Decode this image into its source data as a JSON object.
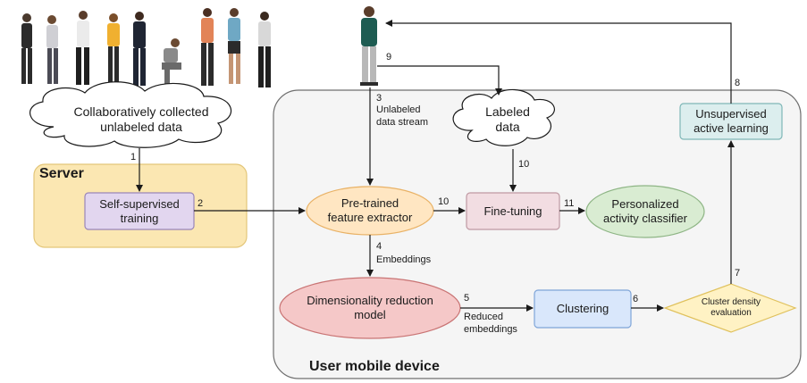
{
  "colors": {
    "server_fill": "#fbe7b2",
    "server_stroke": "#e3c679",
    "device_fill": "#f5f5f5",
    "device_stroke": "#6f6f6f",
    "ssl_fill": "#e2d6ef",
    "ssl_stroke": "#9a86b9",
    "pretrained_fill": "#ffe6c2",
    "pretrained_stroke": "#e9b266",
    "finetune_fill": "#f2dde2",
    "finetune_stroke": "#bf99a3",
    "classifier_fill": "#d9ecd2",
    "classifier_stroke": "#8eb585",
    "dimred_fill": "#f5c8c8",
    "dimred_stroke": "#c97474",
    "clustering_fill": "#d9e7fb",
    "clustering_stroke": "#7fa5d8",
    "density_fill": "#fff2c4",
    "density_stroke": "#e0c15c",
    "active_fill": "#dceeee",
    "active_stroke": "#7fb7b7"
  },
  "people": {
    "crowd_icon": "group-of-people-illustration",
    "user_icon": "user-person-illustration"
  },
  "clouds": {
    "collected": {
      "line1": "Collaboratively collected",
      "line2": "unlabeled data"
    },
    "labeled": {
      "line1": "Labeled",
      "line2": "data"
    }
  },
  "regions": {
    "server": "Server",
    "device": "User mobile device"
  },
  "nodes": {
    "ssl": {
      "line1": "Self-supervised",
      "line2": "training"
    },
    "pretrained": {
      "line1": "Pre-trained",
      "line2": "feature extractor"
    },
    "finetune": {
      "line1": "Fine-tuning"
    },
    "classifier": {
      "line1": "Personalized",
      "line2": "activity classifier"
    },
    "dimred": {
      "line1": "Dimensionality reduction",
      "line2": "model"
    },
    "clustering": {
      "line1": "Clustering"
    },
    "density": {
      "line1": "Cluster density",
      "line2": "evaluation"
    },
    "active": {
      "line1": "Unsupervised",
      "line2": "active learning"
    }
  },
  "edges": {
    "e1": "1",
    "e2": "2",
    "e3": "3",
    "e3_label1": "Unlabeled",
    "e3_label2": "data stream",
    "e4": "4",
    "e4_label": "Embeddings",
    "e5": "5",
    "e5_label1": "Reduced",
    "e5_label2": "embeddings",
    "e6": "6",
    "e7": "7",
    "e8": "8",
    "e9": "9",
    "e10a": "10",
    "e10b": "10",
    "e11": "11"
  }
}
